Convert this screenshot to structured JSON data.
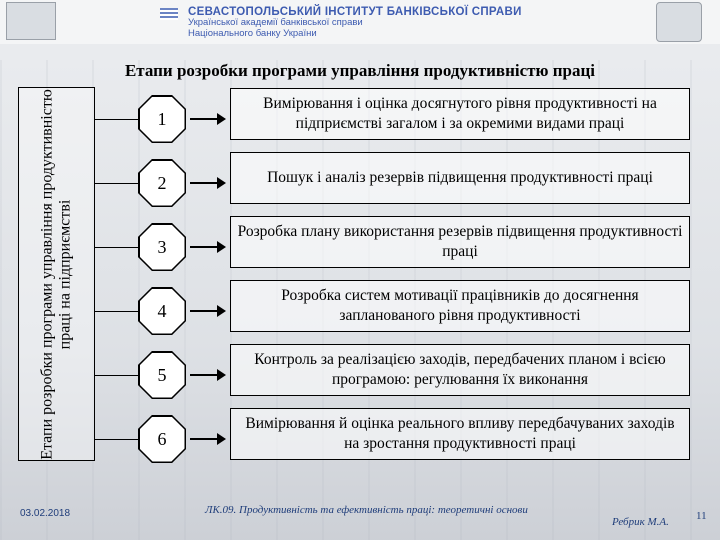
{
  "header": {
    "institute_name": "СЕВАСТОПОЛЬСЬКИЙ ІНСТИТУТ БАНКІВСЬКОЇ СПРАВИ",
    "subtitle_line1": "Української академії банківської справи",
    "subtitle_line2": "Національного банку України"
  },
  "title": "Етапи розробки програми управління продуктивністю праці",
  "side_label": "Етапи розробки програми управління продуктивністю праці на підприємстві",
  "steps": [
    {
      "number": "1",
      "text": "Вимірювання і оцінка досягнутого рівня продуктивності на підприємстві загалом і за окремими видами праці"
    },
    {
      "number": "2",
      "text": "Пошук і аналіз резервів підвищення продуктивності праці"
    },
    {
      "number": "3",
      "text": "Розробка плану використання резервів підвищення продуктивності праці"
    },
    {
      "number": "4",
      "text": "Розробка систем мотивації працівників до досягнення запланованого рівня продуктивності"
    },
    {
      "number": "5",
      "text": "Контроль за реалізацією заходів, передбачених планом і всією програмою: регулювання їх виконання"
    },
    {
      "number": "6",
      "text": "Вимірювання й оцінка реального впливу передбачуваних заходів на зростання продуктивності праці"
    }
  ],
  "footer": {
    "date": "03.02.2018",
    "lecture": "ЛК.09. Продуктивність та ефективність праці: теоретичні основи",
    "author": "Ребрик М.А.",
    "page": "11"
  }
}
